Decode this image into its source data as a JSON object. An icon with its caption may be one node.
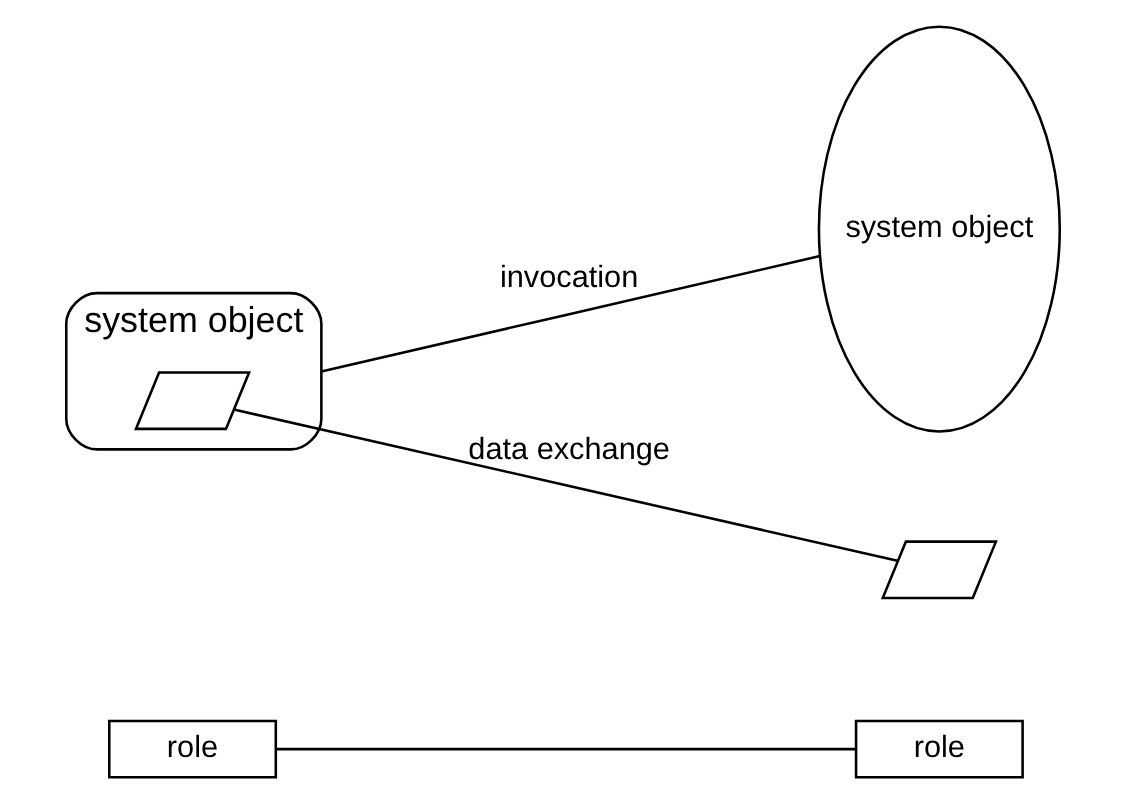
{
  "diagram": {
    "nodes": [
      {
        "text": [
          "role"
        ]
      },
      {
        "text": [
          "role"
        ]
      },
      {
        "text": [
          "system object"
        ]
      },
      {
        "text": [],
        "shape": "parallelogram",
        "in": 2
      },
      {
        "text": [
          "system object"
        ]
      },
      {
        "text": [],
        "shape": "parallelogram"
      }
    ],
    "edges": [
      {
        "from": 0,
        "to": 1,
        "arrow": "none"
      },
      {
        "from": 2,
        "to": 4,
        "label": "invocation",
        "arrow": "none"
      },
      {
        "from": 3,
        "to": 5,
        "label": "data exchange",
        "arrow": "none"
      }
    ]
  }
}
